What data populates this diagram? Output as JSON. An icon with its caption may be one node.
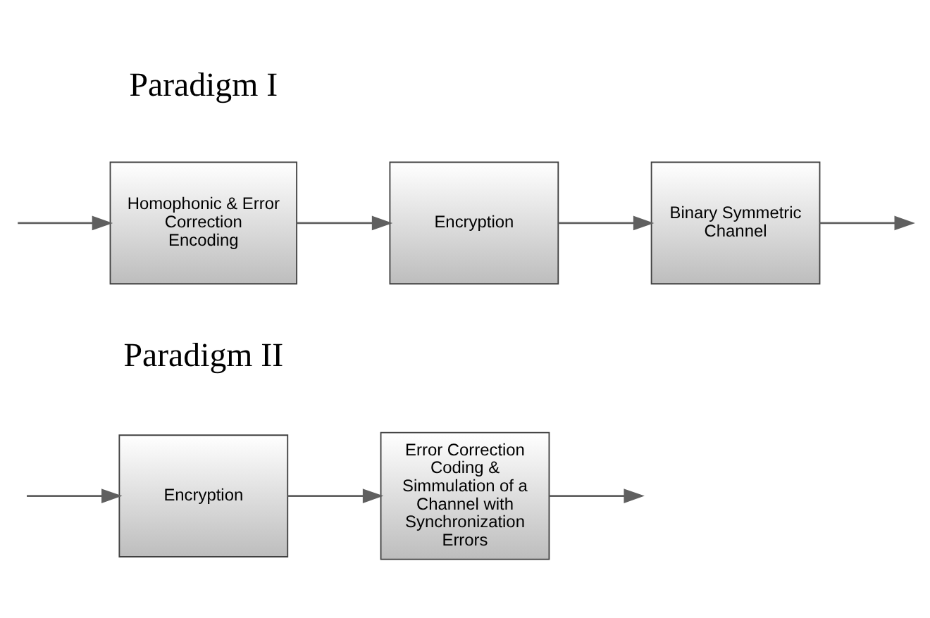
{
  "diagram": {
    "nodes": [
      {
        "text": [
          "Homophonic & Error Correction Encoding"
        ]
      },
      {
        "text": [
          "Encryption"
        ]
      },
      {
        "text": [
          "Binary Symmetric Channel"
        ]
      },
      {
        "text": [
          "Encryption"
        ]
      },
      {
        "text": [
          "Error Correction Coding & Simmulation of a Channel with Synchronization Errors"
        ]
      }
    ],
    "edges": [
      {
        "from": null,
        "to": 0,
        "arrow": "to"
      },
      {
        "from": 0,
        "to": 1,
        "arrow": "to"
      },
      {
        "from": 1,
        "to": 2,
        "arrow": "to"
      },
      {
        "from": 2,
        "to": null,
        "arrow": "to"
      },
      {
        "from": null,
        "to": 3,
        "arrow": "to"
      },
      {
        "from": 3,
        "to": 4,
        "arrow": "to"
      },
      {
        "from": 4,
        "to": null,
        "arrow": "to"
      }
    ],
    "labels": [
      "Paradigm I",
      "Paradigm II"
    ]
  }
}
